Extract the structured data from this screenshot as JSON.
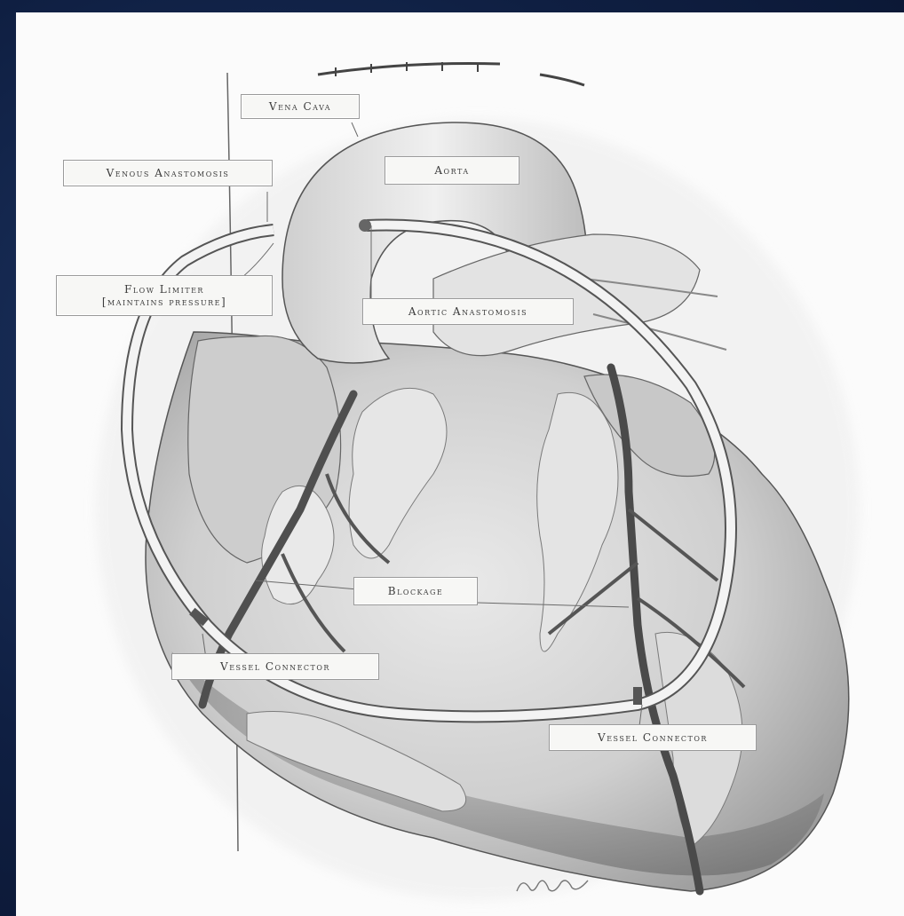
{
  "labels": {
    "vena_cava": "Vena Cava",
    "venous_anastomosis": "Venous Anastomosis",
    "aorta": "Aorta",
    "flow_limiter_line1": "Flow Limiter",
    "flow_limiter_line2": "[maintains pressure]",
    "aortic_anastomosis": "Aortic Anastomosis",
    "blockage": "Blockage",
    "vessel_connector_left": "Vessel Connector",
    "vessel_connector_right": "Vessel Connector"
  },
  "colors": {
    "background": "#0f1f42",
    "paper": "#fbfbfb",
    "heart_fill": "#d9d9d9",
    "shade": "#8a8a8a",
    "vessel": "#5c5c5c",
    "graft": "#efefef"
  }
}
